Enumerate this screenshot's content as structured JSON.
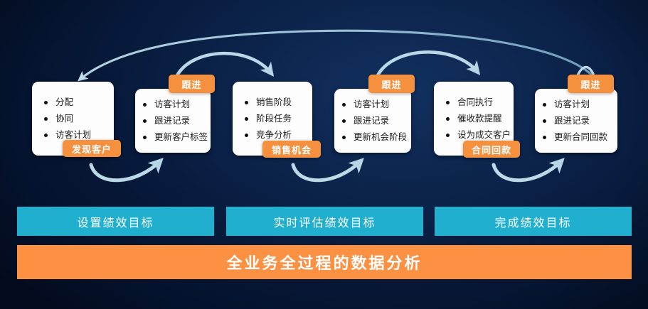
{
  "theme": {
    "background_dark": "#030d22",
    "background_mid": "#0b2249",
    "card_bg": "#fdfdfd",
    "badge_orange": "#f5903e",
    "banner_orange": "#fc9143",
    "goal_teal": "#21afd0",
    "arrow_blue": "#aaccdf",
    "text_dark": "#1c1c1c",
    "text_light": "#ffffff"
  },
  "cards": [
    {
      "id": "discover-customer",
      "items": [
        "分配",
        "协同",
        "访客计划"
      ],
      "badge": "发现客户",
      "badge_position": "bottom"
    },
    {
      "id": "follow-up-customer",
      "items": [
        "访客计划",
        "跟进记录",
        "更新客户标签"
      ],
      "badge": "跟进",
      "badge_position": "top"
    },
    {
      "id": "sales-opportunity",
      "items": [
        "销售阶段",
        "阶段任务",
        "竞争分析"
      ],
      "badge": "销售机会",
      "badge_position": "bottom"
    },
    {
      "id": "follow-up-opportunity",
      "items": [
        "访客计划",
        "跟进记录",
        "更新机会阶段"
      ],
      "badge": "跟进",
      "badge_position": "top"
    },
    {
      "id": "contract-payment",
      "items": [
        "合同执行",
        "催收款提醒",
        "设为成交客户"
      ],
      "badge": "合同回款",
      "badge_position": "bottom"
    },
    {
      "id": "follow-up-contract",
      "items": [
        "访客计划",
        "跟进记录",
        "更新合同回款"
      ],
      "badge": "跟进",
      "badge_position": "top"
    }
  ],
  "goal_bars": [
    {
      "id": "set-goal",
      "label": "设置绩效目标"
    },
    {
      "id": "evaluate-goal",
      "label": "实时评估绩效目标"
    },
    {
      "id": "complete-goal",
      "label": "完成绩效目标"
    }
  ],
  "banner": {
    "label": "全业务全过程的数据分析"
  },
  "arrows": {
    "long_return_label": "return-arrow",
    "hop_label": "hop-arrow",
    "rise_label": "rise-arrow"
  }
}
